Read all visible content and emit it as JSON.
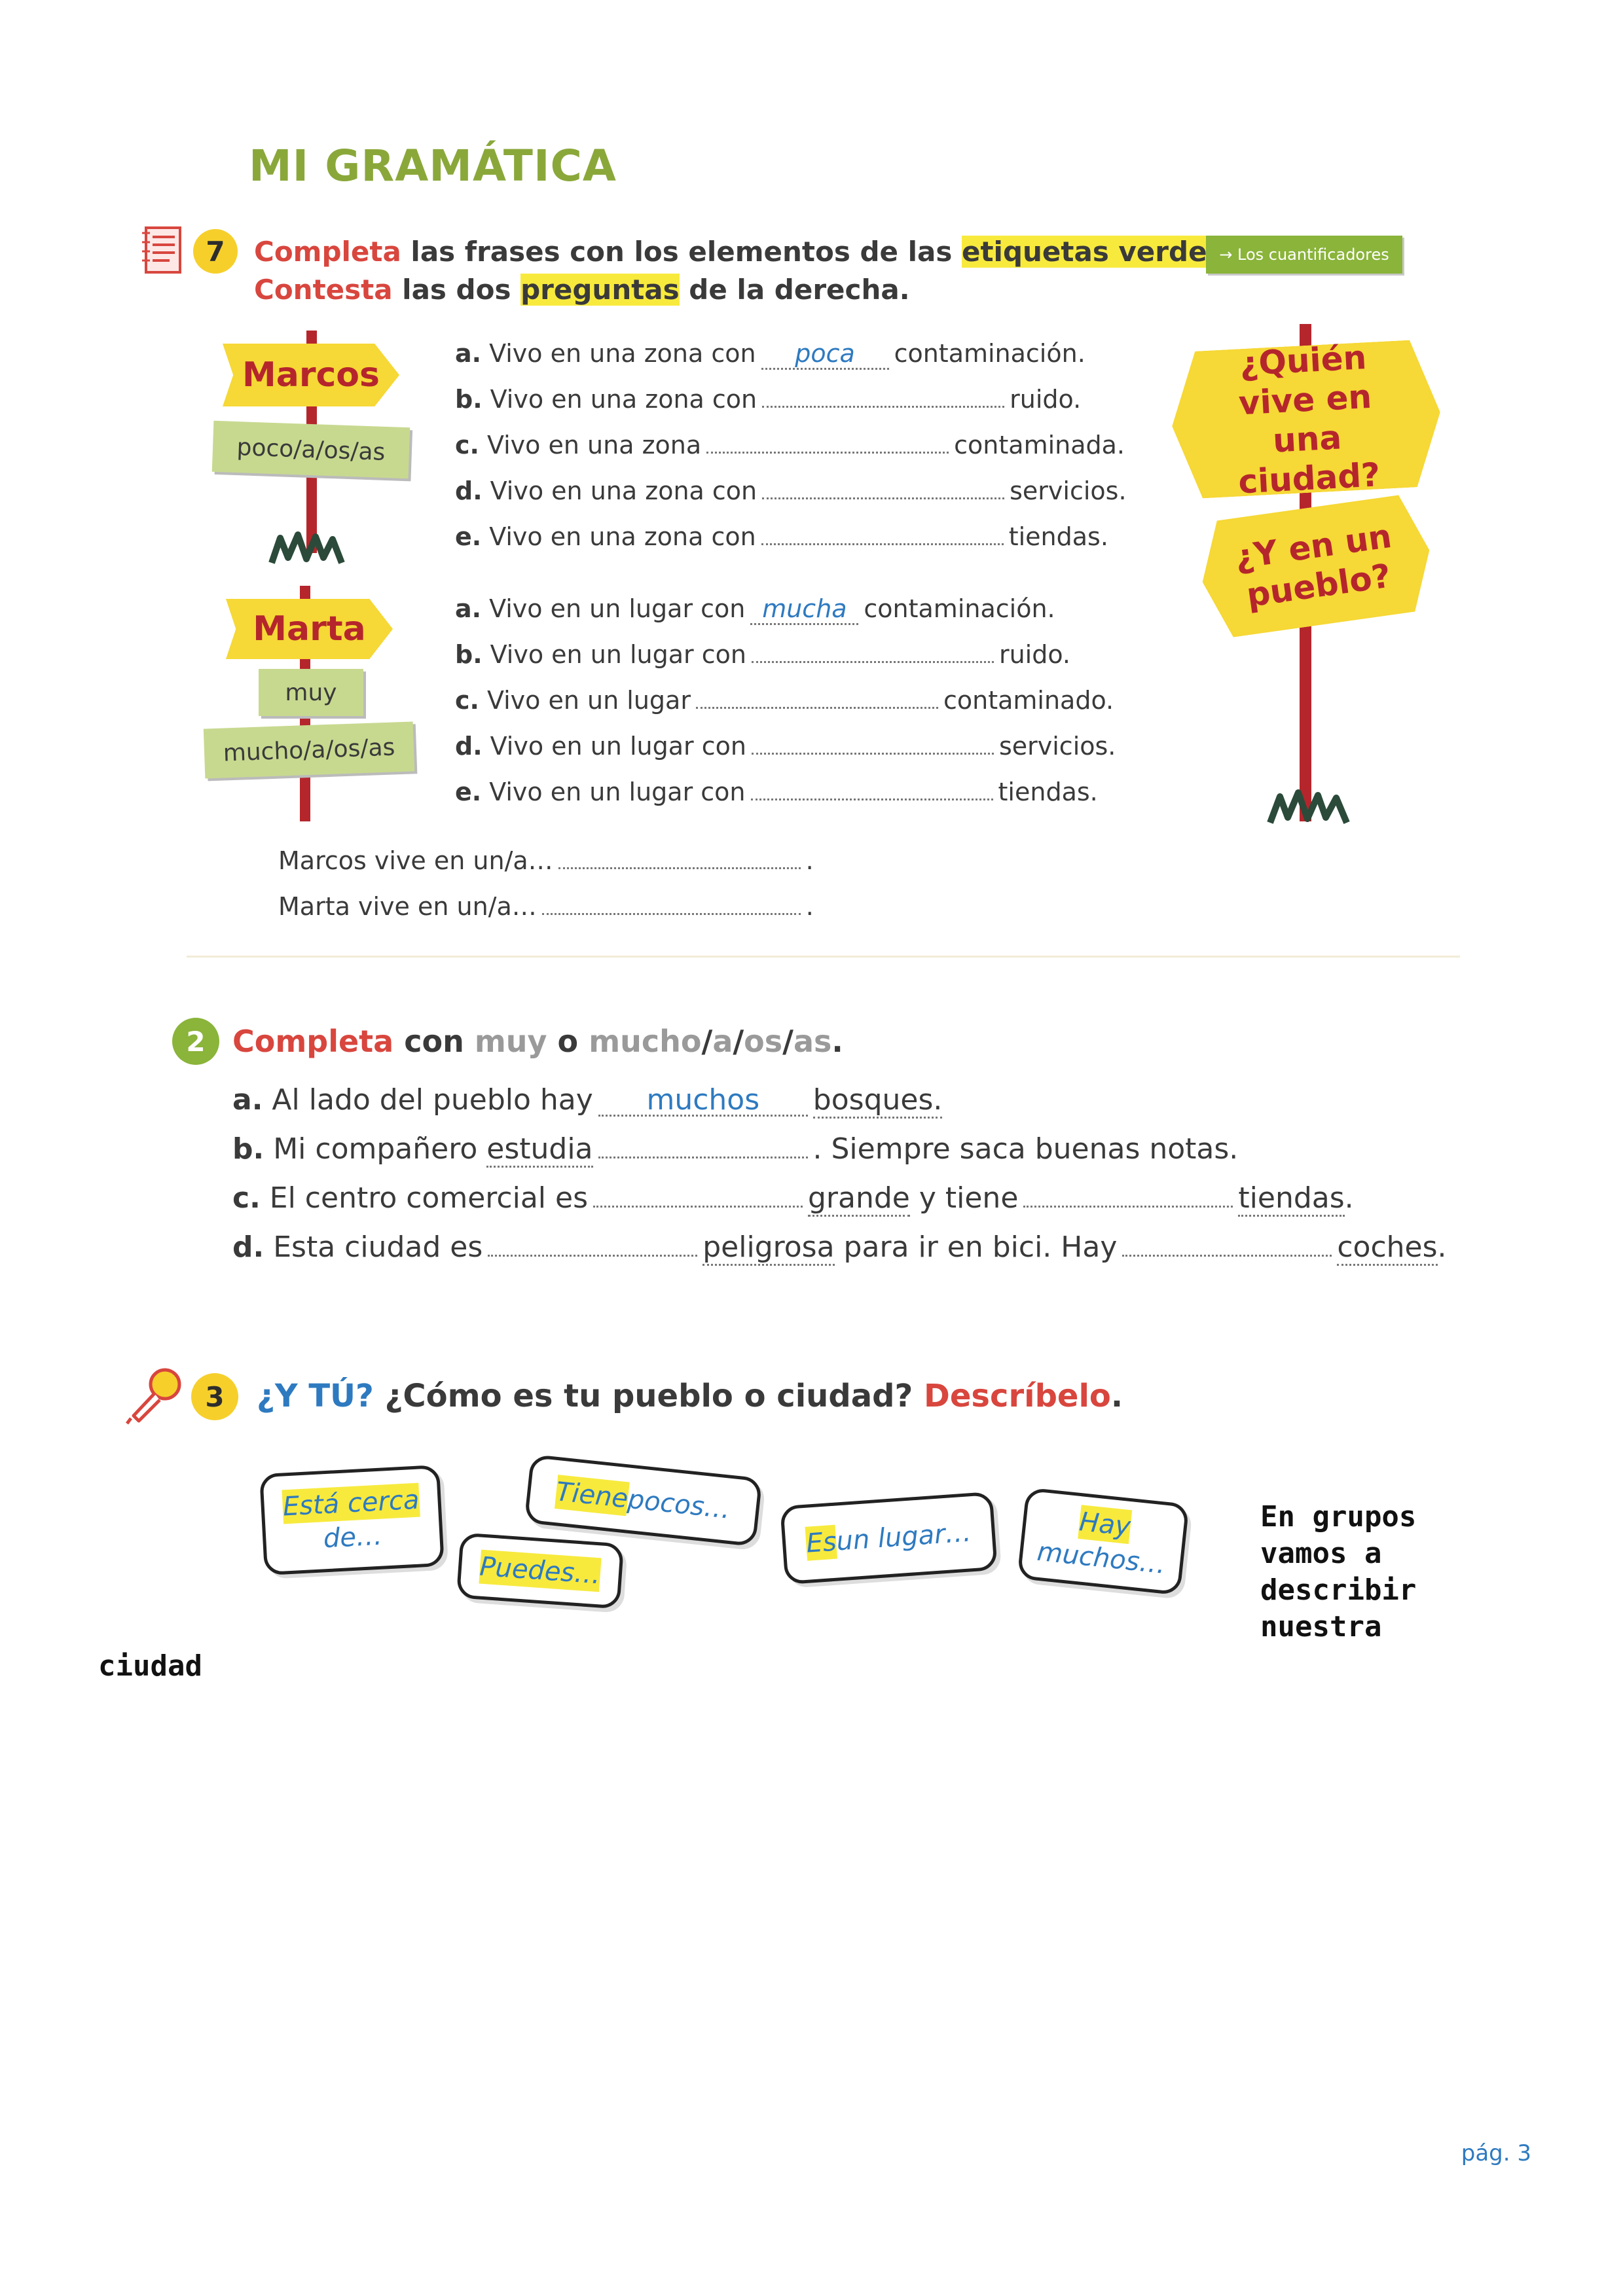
{
  "title": "MI GRAMÁTICA",
  "ex7": {
    "number": "7",
    "line1": {
      "w1": "Completa",
      "w2": " las frases con los elementos de las ",
      "w3": "etiquetas verdes",
      "w4": "."
    },
    "line2": {
      "w1": "Contesta",
      "w2": " las dos ",
      "w3": "preguntas",
      "w4": " de la derecha."
    },
    "link": "→ Los cuantificadores",
    "marcos": {
      "sign": "Marcos",
      "tag": "poco/a/os/as",
      "items": [
        {
          "letter": "a.",
          "pre": "Vivo en una zona con",
          "answer": "poca",
          "post": "contaminación."
        },
        {
          "letter": "b.",
          "pre": "Vivo en una zona con",
          "answer": "",
          "post": "ruido."
        },
        {
          "letter": "c.",
          "pre": "Vivo en una zona",
          "answer": "",
          "post": "contaminada."
        },
        {
          "letter": "d.",
          "pre": "Vivo en una zona con",
          "answer": "",
          "post": "servicios."
        },
        {
          "letter": "e.",
          "pre": "Vivo en una zona con",
          "answer": "",
          "post": "tiendas."
        }
      ]
    },
    "marta": {
      "sign": "Marta",
      "tag1": "muy",
      "tag2": "mucho/a/os/as",
      "items": [
        {
          "letter": "a.",
          "pre": "Vivo en un lugar con",
          "answer": "mucha",
          "post": "contaminación."
        },
        {
          "letter": "b.",
          "pre": "Vivo en un lugar con",
          "answer": "",
          "post": "ruido."
        },
        {
          "letter": "c.",
          "pre": "Vivo en un lugar",
          "answer": "",
          "post": "contaminado."
        },
        {
          "letter": "d.",
          "pre": "Vivo en un lugar con",
          "answer": "",
          "post": "servicios."
        },
        {
          "letter": "e.",
          "pre": "Vivo en un lugar con",
          "answer": "",
          "post": "tiendas."
        }
      ]
    },
    "q1": "¿Quién vive en una ciudad?",
    "q2": "¿Y en un pueblo?",
    "answer_marcos": "Marcos vive en un/a…",
    "answer_marta": "Marta vive en un/a…",
    "period": "."
  },
  "ex2": {
    "number": "2",
    "instr": {
      "w1": "Completa",
      "w2": " con ",
      "w3": "muy",
      "w4": " o ",
      "w5": "mucho",
      "w6": "/",
      "w7": "a",
      "w8": "/",
      "w9": "os",
      "w10": "/",
      "w11": "as",
      "w12": "."
    },
    "a": {
      "letter": "a.",
      "pre": "Al lado del pueblo hay",
      "answer": "muchos",
      "post": "bosques."
    },
    "b": {
      "letter": "b.",
      "pre": "Mi compañero",
      "u1": "estudia",
      "post": ". Siempre saca buenas notas."
    },
    "c": {
      "letter": "c.",
      "pre": "El centro comercial es",
      "u1": "grande",
      "mid": " y tiene",
      "u2": "tiendas",
      "post": "."
    },
    "d": {
      "letter": "d.",
      "pre": "Esta ciudad es",
      "u1": "peligrosa",
      "mid": " para ir en bici. Hay",
      "u2": "coches",
      "post": "."
    }
  },
  "ex3": {
    "number": "3",
    "w1": "¿Y TÚ?",
    "w2": " ¿Cómo es tu pueblo o ciudad? ",
    "w3": "Descríbelo",
    "w4": ".",
    "bubbles": {
      "b1a": "Está cerca",
      "b1b": "de…",
      "b2a": "Tiene",
      "b2b": " pocos…",
      "b3": "Puedes…",
      "b4a": "Es",
      "b4b": " un lugar…",
      "b5a": "Hay",
      "b5b": "muchos…"
    }
  },
  "note": [
    "En grupos",
    "vamos a",
    "describir",
    "nuestra"
  ],
  "note_tail": "ciudad",
  "page_number": "pág. 3",
  "colors": {
    "red": "#d8463e",
    "yellow": "#f6d836",
    "green": "#8ab43a",
    "blue": "#2e7ac0",
    "post": "#b5262c"
  }
}
